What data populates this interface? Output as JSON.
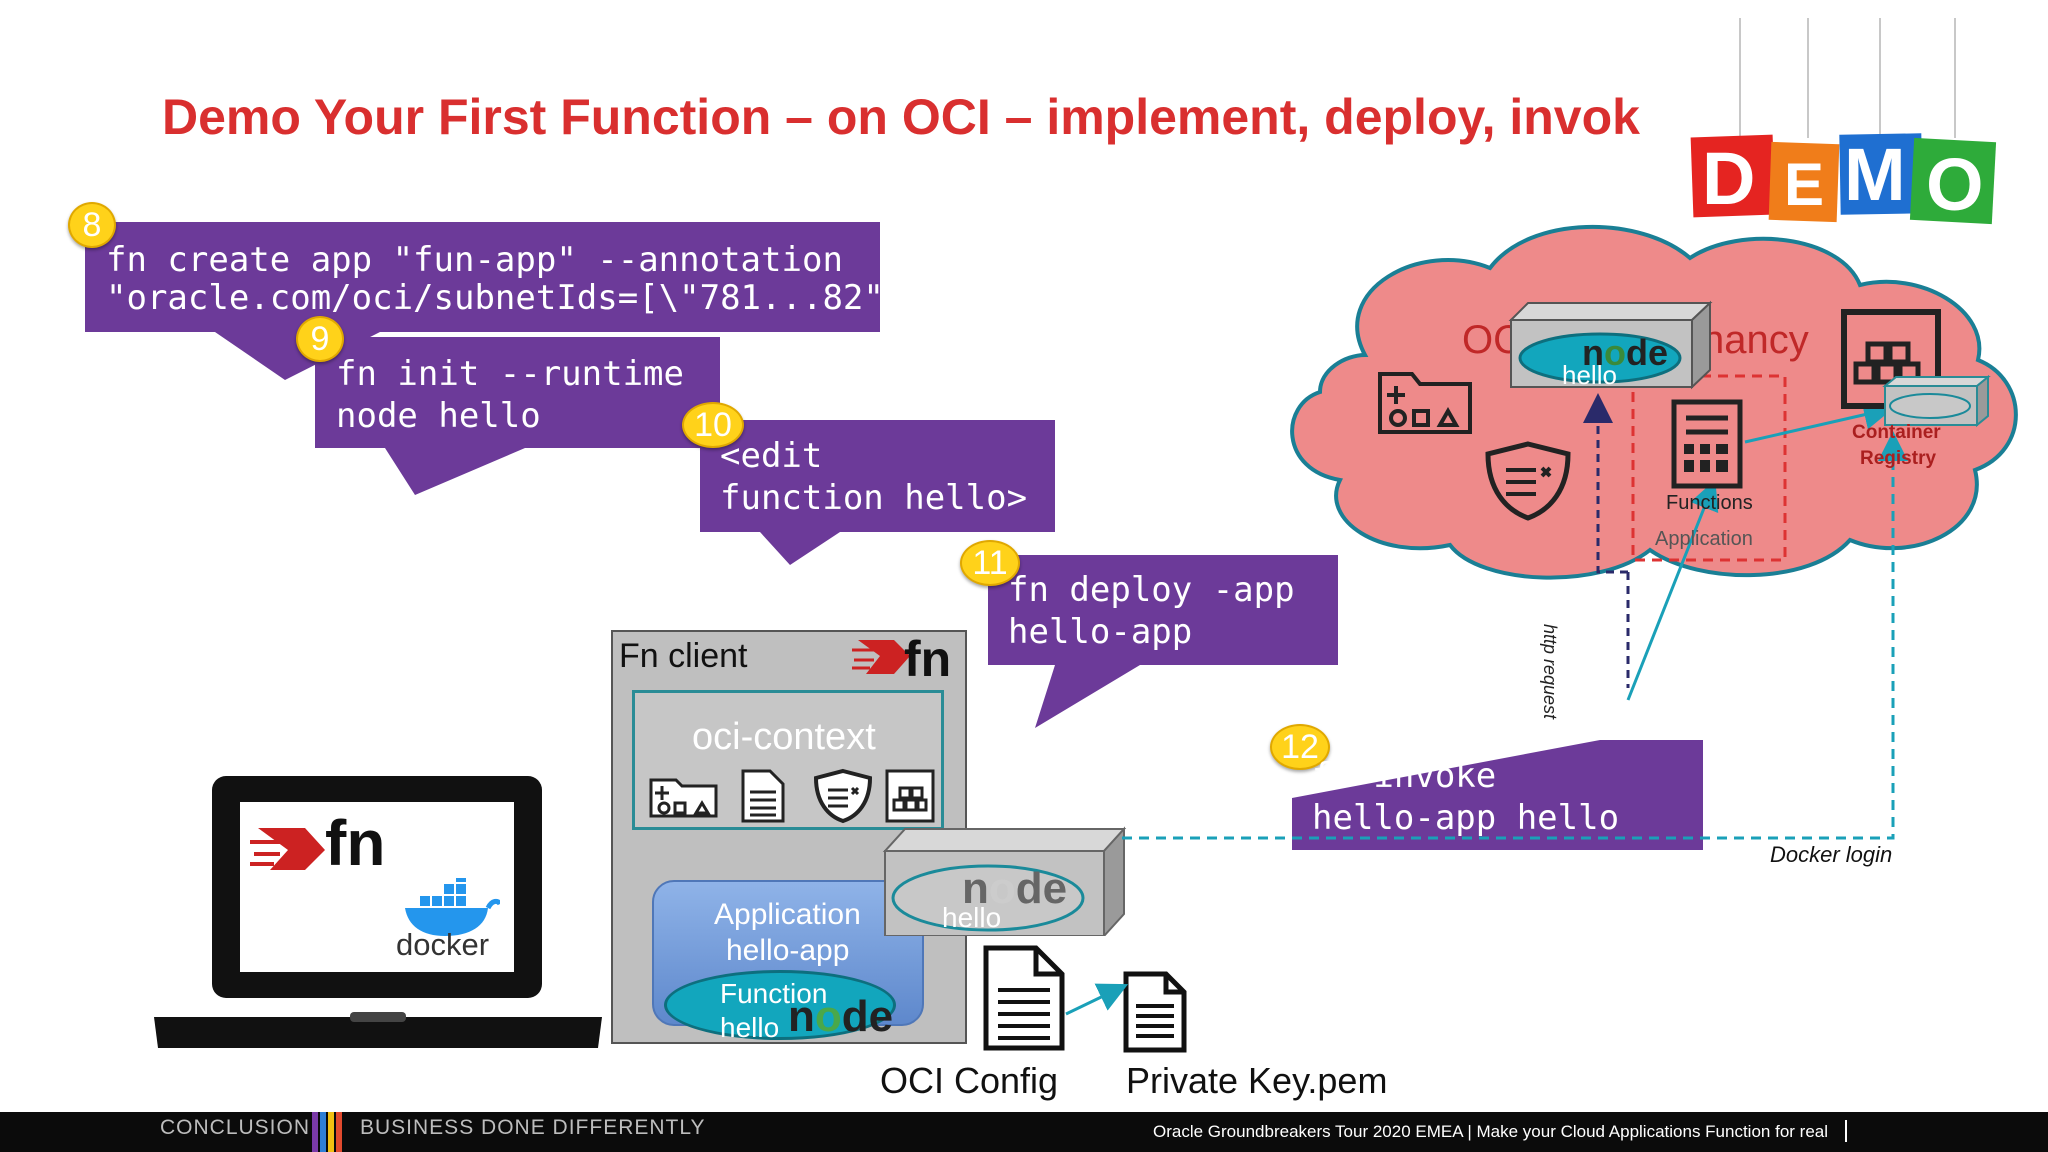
{
  "title": "Demo Your First Function – on OCI – implement, deploy, invok",
  "demo_badge": {
    "letters": [
      "D",
      "E",
      "M",
      "O"
    ],
    "colors": [
      "#e52421",
      "#f07d1a",
      "#1f6fd1",
      "#2eab3a"
    ]
  },
  "steps": [
    {
      "number": "8",
      "lines": [
        "fn create app \"fun-app\" --annotation",
        "\"oracle.com/oci/subnetIds=[\\\"781...82\"]\""
      ]
    },
    {
      "number": "9",
      "lines": [
        "fn init --runtime",
        "node hello"
      ]
    },
    {
      "number": "10",
      "lines": [
        "<edit",
        "function hello>"
      ]
    },
    {
      "number": "11",
      "lines": [
        "fn deploy -app",
        "hello-app"
      ]
    },
    {
      "number": "12",
      "lines": [
        "fn invoke",
        "hello-app hello"
      ]
    }
  ],
  "fn_client": {
    "title": "Fn client",
    "context_label": "oci-context",
    "application_label": "Application",
    "application_name": "hello-app",
    "function_label": "Function",
    "function_name": "hello",
    "image_name": "hello"
  },
  "laptop": {
    "fn_logo": "fn",
    "docker_label": "docker"
  },
  "oci_config_label": "OCI Config",
  "private_key_label": "Private Key.pem",
  "cloud": {
    "tenancy_left": "OC",
    "tenancy_right": "nancy",
    "image_name": "hello",
    "functions_label": "Functions",
    "application_label": "Application",
    "registry_line1": "Container",
    "registry_line2": "Registry"
  },
  "http_request_label": "http request",
  "docker_login_label": "Docker login",
  "footer": {
    "left_1": "CONCLUSION",
    "left_2": "BUSINESS DONE DIFFERENTLY",
    "right": "Oracle Groundbreakers Tour 2020 EMEA | Make your Cloud Applications Function for real"
  },
  "colors": {
    "purple": "#6c3a99",
    "title_red": "#d92f2f",
    "cloud_fill": "#ee8a8a",
    "teal": "#1aa0b8",
    "dashed_red": "#dd3333"
  }
}
